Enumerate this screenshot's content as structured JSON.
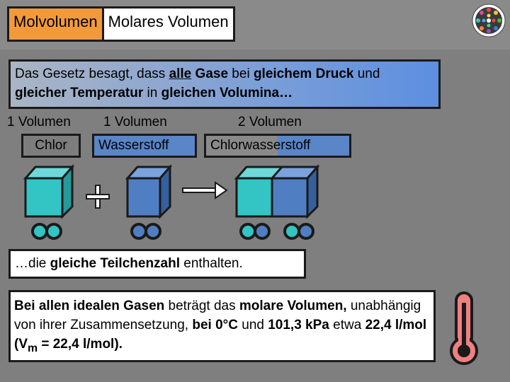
{
  "title": {
    "part1": "Molvolumen",
    "part2": "Molares Volumen"
  },
  "statement": {
    "t1": "Das Gesetz besagt, dass ",
    "alle": "alle",
    "t2": " ",
    "gase": "Gase",
    "t3": " bei ",
    "druck": "gleichem Druck",
    "t4": " und ",
    "temp": "gleicher Temperatur",
    "t5": " in ",
    "vol": "gleichen Volumina…"
  },
  "volumes": {
    "v1": "1 Volumen",
    "v2": "1 Volumen",
    "v3": "2 Volumen"
  },
  "gases": {
    "chlor": "Chlor",
    "wasserstoff": "Wasserstoff",
    "chlorwasserstoff": "Chlorwasserstoff"
  },
  "result": {
    "t1": "…die ",
    "bold": "gleiche Teilchenzahl",
    "t2": " enthalten."
  },
  "summary": {
    "a": "Bei allen idealen Gasen",
    "b": " beträgt das ",
    "c": "molare Volumen,",
    "d": " unabhängig von ihrer Zusammensetzung, ",
    "e": "bei 0°C",
    "f": " und ",
    "g": "101,3 kPa",
    "h": " etwa ",
    "i": "22,4 l/mol",
    "j": " (V",
    "k": "m",
    "l": " = 22,4 l/mol)."
  },
  "colors": {
    "chlor": "#33c4c4",
    "wasserstoff": "#4f7ec2",
    "orange": "#f29a3b",
    "thermo": "#f08080"
  }
}
